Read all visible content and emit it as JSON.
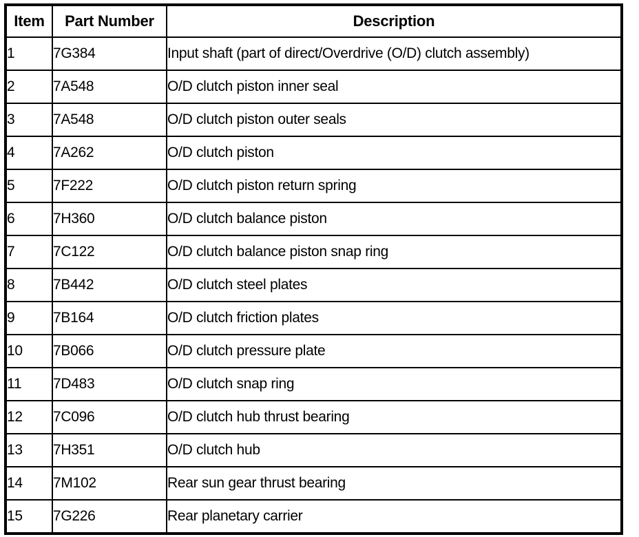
{
  "table": {
    "name": "transmission-parts-list",
    "columns": [
      {
        "key": "item",
        "label": "Item"
      },
      {
        "key": "part_number",
        "label": "Part Number"
      },
      {
        "key": "description",
        "label": "Description"
      }
    ],
    "rows": [
      {
        "item": "1",
        "part_number": "7G384",
        "description": "Input shaft (part of direct/Overdrive (O/D) clutch assembly)"
      },
      {
        "item": "2",
        "part_number": "7A548",
        "description": "O/D clutch piston inner seal"
      },
      {
        "item": "3",
        "part_number": "7A548",
        "description": "O/D clutch piston outer seals"
      },
      {
        "item": "4",
        "part_number": "7A262",
        "description": "O/D clutch piston"
      },
      {
        "item": "5",
        "part_number": "7F222",
        "description": "O/D clutch piston return spring"
      },
      {
        "item": "6",
        "part_number": "7H360",
        "description": "O/D clutch balance piston"
      },
      {
        "item": "7",
        "part_number": "7C122",
        "description": "O/D clutch balance piston snap ring"
      },
      {
        "item": "8",
        "part_number": "7B442",
        "description": "O/D clutch steel plates"
      },
      {
        "item": "9",
        "part_number": "7B164",
        "description": "O/D clutch friction plates"
      },
      {
        "item": "10",
        "part_number": "7B066",
        "description": "O/D clutch pressure plate"
      },
      {
        "item": "11",
        "part_number": "7D483",
        "description": "O/D clutch snap ring"
      },
      {
        "item": "12",
        "part_number": "7C096",
        "description": "O/D clutch hub thrust bearing"
      },
      {
        "item": "13",
        "part_number": "7H351",
        "description": "O/D clutch hub"
      },
      {
        "item": "14",
        "part_number": "7M102",
        "description": "Rear sun gear thrust bearing"
      },
      {
        "item": "15",
        "part_number": "7G226",
        "description": "Rear planetary carrier"
      }
    ]
  },
  "colors": {
    "text": "#000000",
    "background": "#ffffff",
    "border": "#000000"
  }
}
